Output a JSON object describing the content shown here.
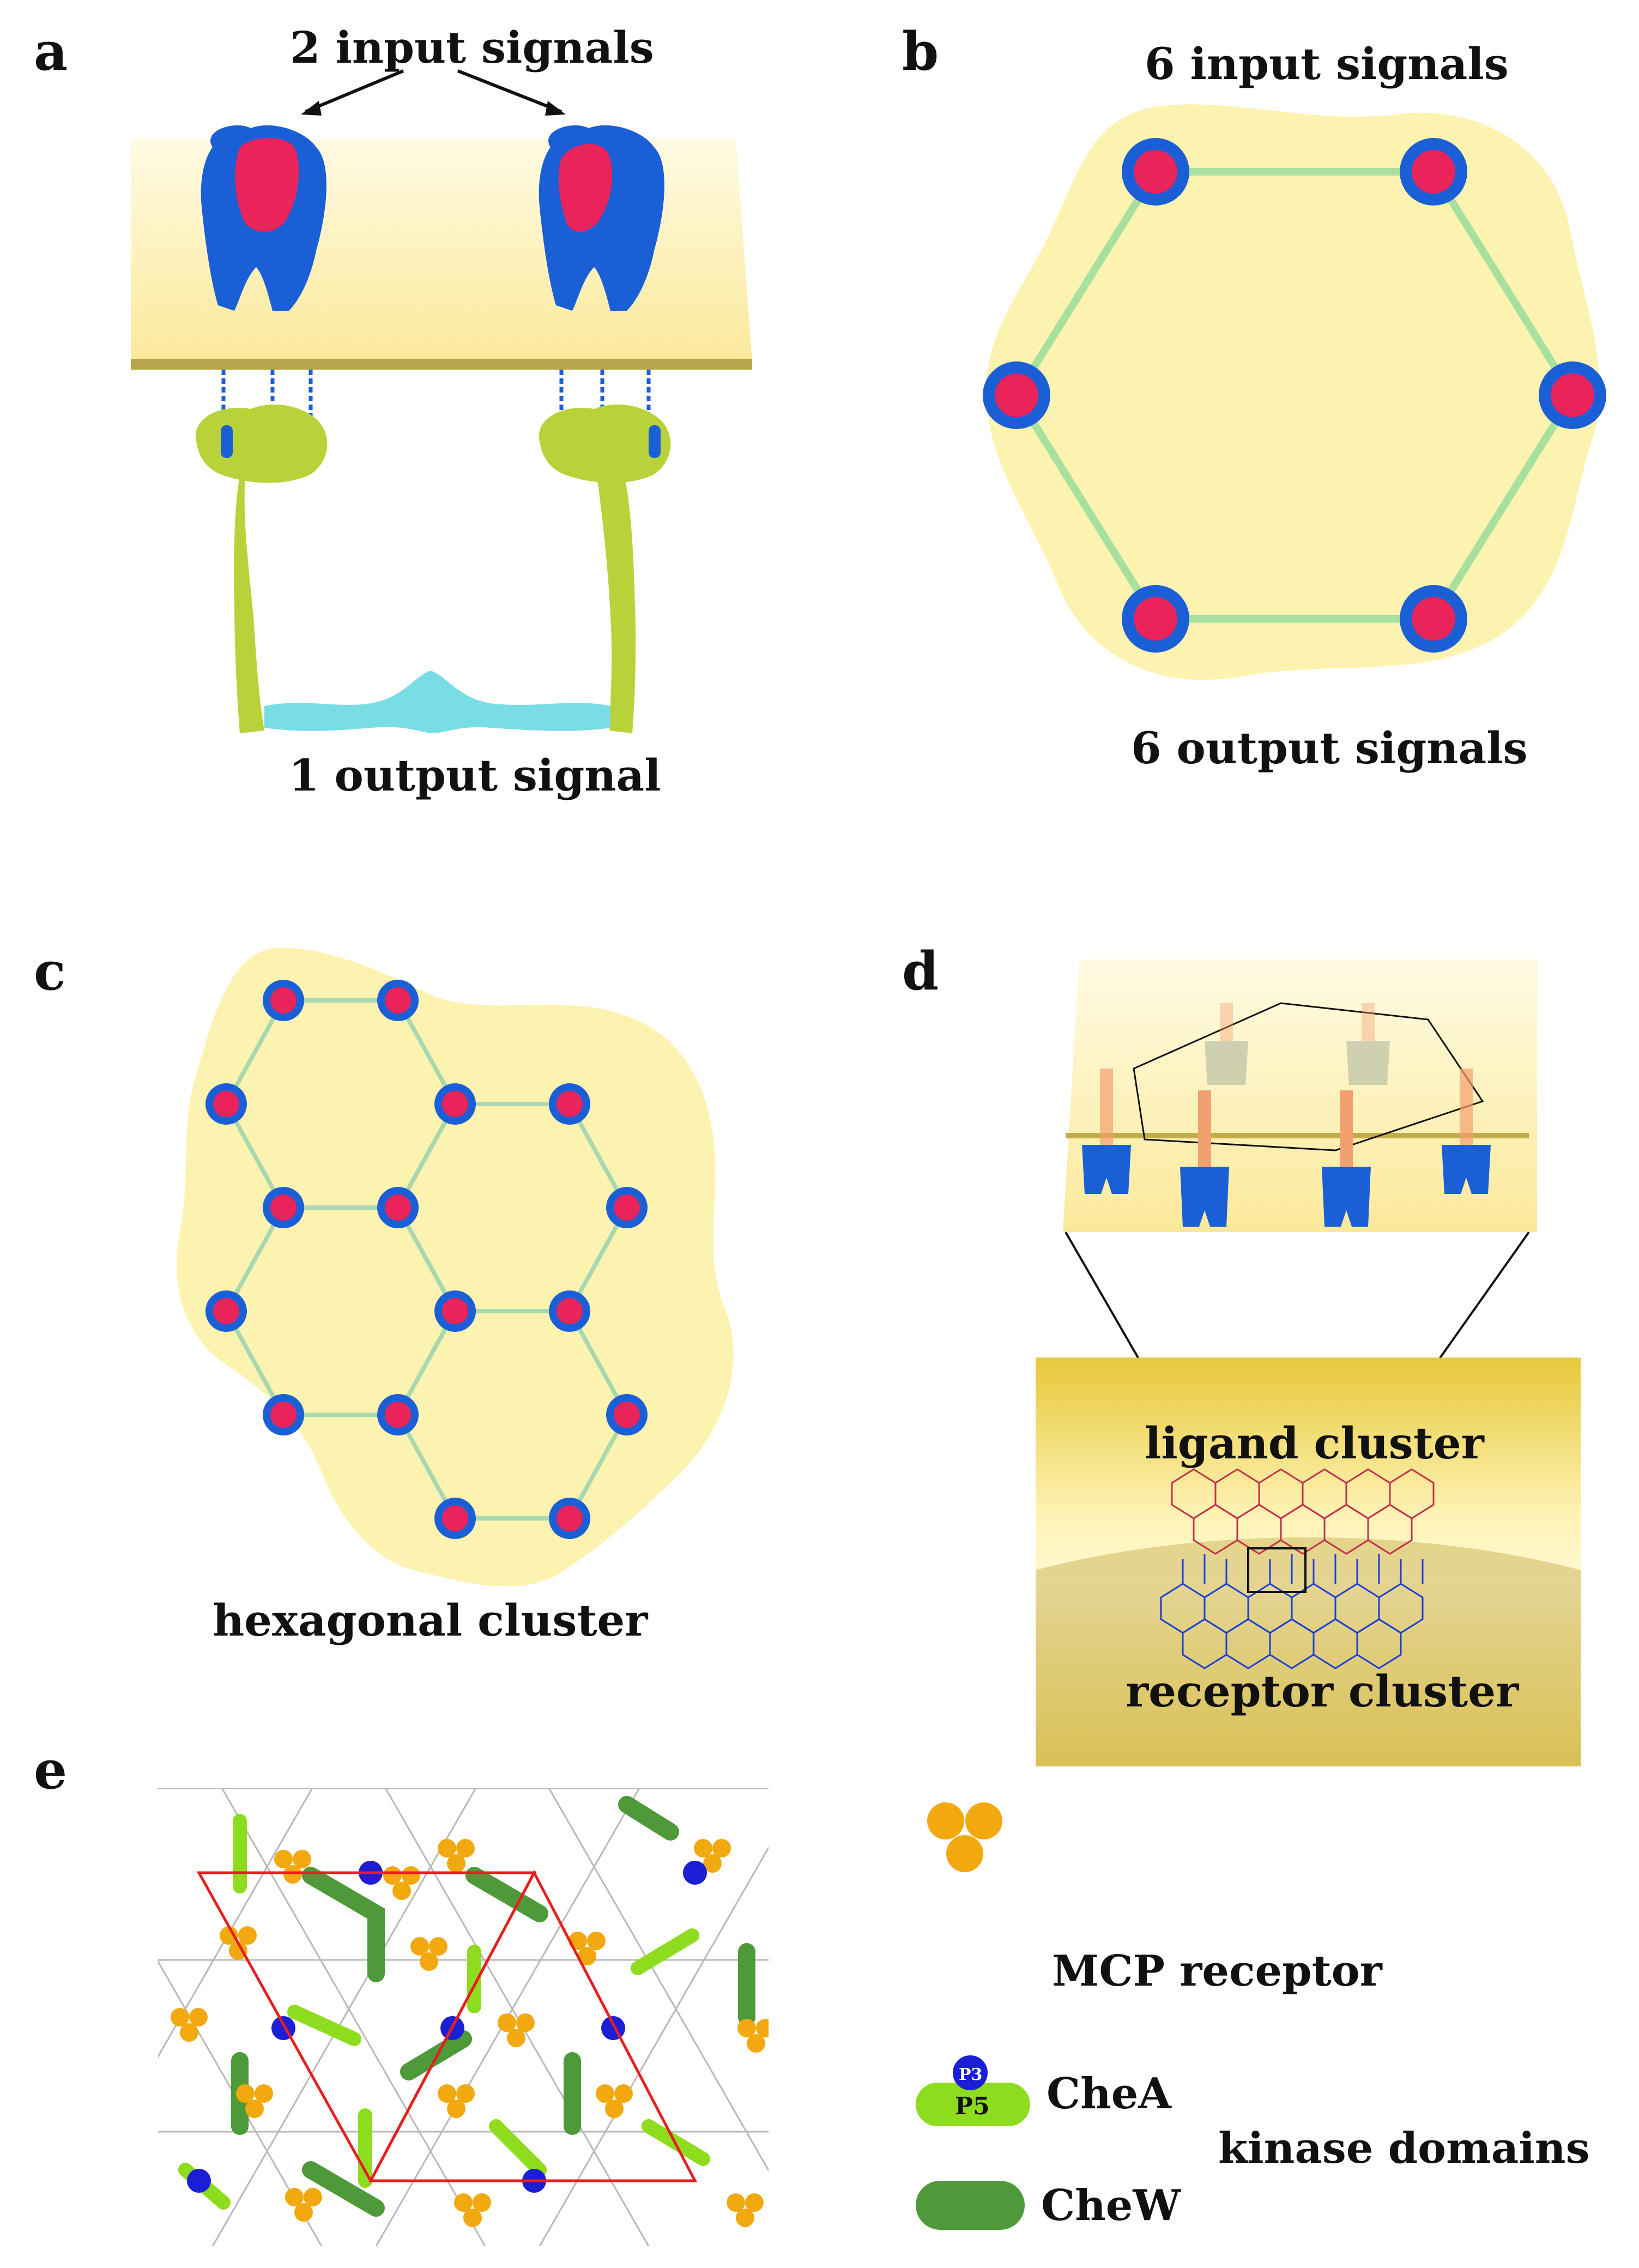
{
  "panels": {
    "a": {
      "letter": "a",
      "top_caption": "2 input signals",
      "bottom_caption": "1 output signal"
    },
    "b": {
      "letter": "b",
      "top_caption": "6 input signals",
      "bottom_caption": "6 output signals"
    },
    "c": {
      "letter": "c",
      "caption": "hexagonal cluster"
    },
    "d": {
      "letter": "d",
      "ligand_label": "ligand cluster",
      "receptor_label": "receptor cluster"
    },
    "e": {
      "letter": "e"
    }
  },
  "legend": {
    "mcp": "MCP receptor",
    "chea": "CheA",
    "p3": "P3",
    "p5": "P5",
    "kinase": "kinase domains",
    "chew": "CheW"
  },
  "colors": {
    "membrane": "#fdf3b0",
    "receptor_blue": "#1a5fd6",
    "receptor_red": "#e8245a",
    "kinase_green": "#b8d33a",
    "cyan": "#79dde6",
    "chea_light_green": "#8edc1e",
    "chew_dark_green": "#4e9a3a",
    "mcp_orange": "#f2a90f",
    "p3_blue": "#1a1fd6",
    "triangle_red": "#e81d1d"
  }
}
